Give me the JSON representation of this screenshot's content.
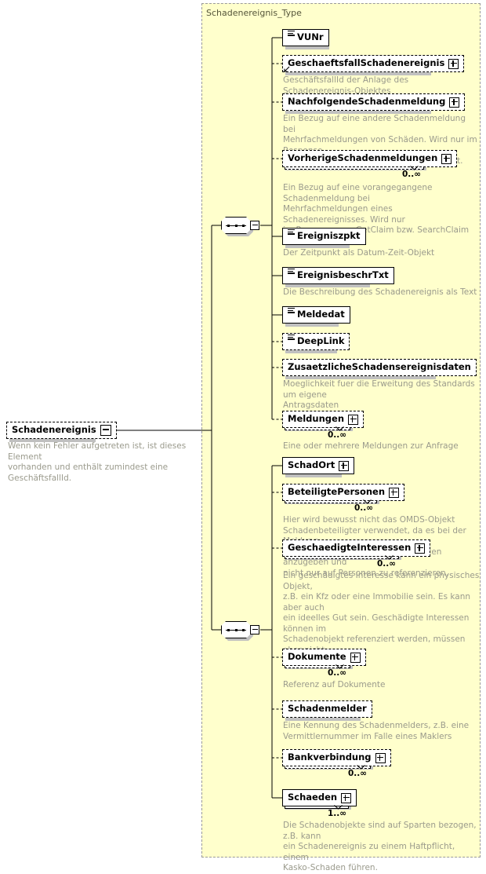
{
  "diagram": {
    "kind": "xml-schema-element-diagram",
    "background_color": "#ffffcc",
    "border_color": "#999999",
    "doc_text_color": "#9a9a8c"
  },
  "root": {
    "name": "Schadenereignis",
    "expander": "minus-box",
    "optional": true,
    "documentation": "Wenn kein Fehler aufgetreten ist, ist dieses Element\nvorhanden und enthält zumindest eine GeschäftsfallId."
  },
  "type_container": {
    "title": "Schadenereignis_Type"
  },
  "compositors": [
    {
      "id": "sequence-1",
      "kind": "sequence",
      "expander": "minus-box"
    },
    {
      "id": "sequence-2",
      "kind": "sequence",
      "expander": "minus-box"
    }
  ],
  "elements": [
    {
      "name": "VUNr",
      "border": "solid",
      "icon": "attribute-lines-icon",
      "expander": null,
      "repeating": false,
      "cardinality": null,
      "reference": false,
      "documentation": null
    },
    {
      "name": "GeschaeftsfallSchadenereignis",
      "border": "dashed",
      "icon": null,
      "expander": "plus-box",
      "repeating": false,
      "cardinality": null,
      "reference": true,
      "documentation": "GeschäftsfallId der Anlage des Schadenereignis-Objektes"
    },
    {
      "name": "NachfolgendeSchadenmeldung",
      "border": "dashed",
      "icon": null,
      "expander": "plus-box",
      "repeating": false,
      "cardinality": null,
      "reference": false,
      "documentation": "Ein Bezug auf eine andere Schadenmeldung bei\nMehrfachmeldungen von Schäden. Wird nur im Response\nvon GetClaim bzw. SearchClaim verwendet."
    },
    {
      "name": "VorherigeSchadenmeldungen",
      "border": "dashed",
      "icon": null,
      "expander": "plus-box",
      "repeating": true,
      "cardinality": "0..∞",
      "reference": false,
      "documentation": "Ein Bezug auf eine vorangegangene Schadenmeldung bei\nMehrfachmeldungen eines Schadenereignisses. Wird nur\nim Response von GetClaim bzw. SearchClaim\nverwendet."
    },
    {
      "name": "Ereigniszpkt",
      "border": "solid",
      "icon": "attribute-lines-icon",
      "expander": null,
      "repeating": false,
      "cardinality": null,
      "reference": false,
      "documentation": "Der Zeitpunkt als Datum-Zeit-Objekt"
    },
    {
      "name": "EreignisbeschrTxt",
      "border": "solid",
      "icon": "attribute-lines-icon",
      "expander": null,
      "repeating": false,
      "cardinality": null,
      "reference": false,
      "documentation": "Die Beschreibung des Schadenereignis als Text"
    },
    {
      "name": "Meldedat",
      "border": "solid",
      "icon": "attribute-lines-icon",
      "expander": null,
      "repeating": false,
      "cardinality": null,
      "reference": false,
      "documentation": null
    },
    {
      "name": "DeepLink",
      "border": "dashed",
      "icon": "attribute-lines-icon",
      "expander": null,
      "repeating": false,
      "cardinality": null,
      "reference": false,
      "documentation": null
    },
    {
      "name": "ZusaetzlicheSchadensereignisdaten",
      "border": "dashed",
      "icon": null,
      "expander": null,
      "repeating": false,
      "cardinality": null,
      "reference": false,
      "documentation": "Moeglichkeit fuer die Erweitung des Standards um eigene\nAntragsdaten"
    },
    {
      "name": "Meldungen",
      "border": "dashed",
      "icon": null,
      "expander": "plus-box",
      "repeating": true,
      "cardinality": "0..∞",
      "reference": false,
      "documentation": "Eine oder mehrere Meldungen zur Anfrage"
    },
    {
      "name": "SchadOrt",
      "border": "solid",
      "icon": null,
      "expander": "plus-box",
      "repeating": false,
      "cardinality": null,
      "reference": false,
      "documentation": null
    },
    {
      "name": "BeteiligtePersonen",
      "border": "dashed",
      "icon": null,
      "expander": "plus-box",
      "repeating": true,
      "cardinality": "0..∞",
      "reference": false,
      "documentation": "Hier wird bewusst nicht das OMDS-Objekt\nSchadenbeteiligter verwendet, da es bei der Meldung\nmöglich sein muss, die Personendaten anzugeben und\nnicht nur auf Personen zu referenzieren."
    },
    {
      "name": "GeschaedigteInteressen",
      "border": "dashed",
      "icon": null,
      "expander": "plus-box",
      "repeating": true,
      "cardinality": "0..∞",
      "reference": false,
      "documentation": "Ein geschädigtes Interesse kann ein physisches Objekt,\nz.B. ein Kfz oder eine Immobilie sein. Es kann aber auch\nein ideelles Gut sein. Geschädigte Interessen können im\nSchadenobjekt referenziert werden, müssen aber nicht\nreferenziert werden."
    },
    {
      "name": "Dokumente",
      "border": "dashed",
      "icon": null,
      "expander": "plus-box",
      "repeating": true,
      "cardinality": "0..∞",
      "reference": false,
      "documentation": "Referenz auf Dokumente"
    },
    {
      "name": "Schadenmelder",
      "border": "dashed",
      "icon": null,
      "expander": null,
      "repeating": false,
      "cardinality": null,
      "reference": false,
      "documentation": "Eine Kennung des Schadenmelders, z.B. eine\nVermittlernummer im Falle eines Maklers"
    },
    {
      "name": "Bankverbindung",
      "border": "dashed",
      "icon": null,
      "expander": "plus-box",
      "repeating": true,
      "cardinality": "0..∞",
      "reference": false,
      "documentation": null
    },
    {
      "name": "Schaeden",
      "border": "solid",
      "icon": null,
      "expander": "plus-box",
      "repeating": true,
      "cardinality": "1..∞",
      "reference": false,
      "documentation": "Die Schadenobjekte sind auf Sparten bezogen, z.B. kann\nein Schadenereignis zu einem Haftpflicht, einem\nKasko-Schaden führen."
    }
  ]
}
